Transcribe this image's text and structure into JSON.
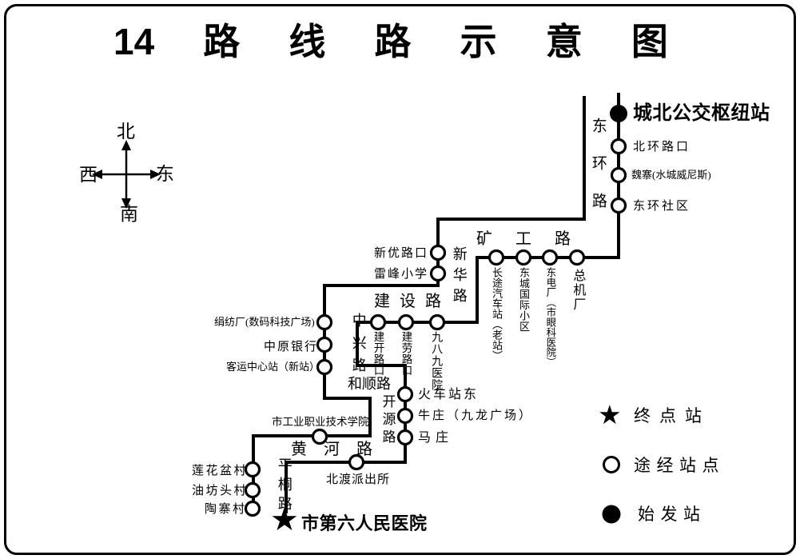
{
  "title_parts": [
    "14",
    "路",
    "线",
    "路",
    "示",
    "意",
    "图"
  ],
  "compass": {
    "north": "北",
    "south": "南",
    "west": "西",
    "east": "东"
  },
  "terminals": {
    "start": "城北公交枢纽站",
    "end": "市第六人民医院"
  },
  "roads": {
    "east_ring": "东环路",
    "kuanggong": "矿工路",
    "xinhua": "新华路",
    "jianshe": "建设路",
    "zhongxing": "中兴路",
    "heshun": "和顺路",
    "kaiyuan": "开源路",
    "huanghe": "黄河路",
    "pingtong": "平桐路"
  },
  "stations": {
    "beihuan_lukou": "北环路口",
    "weizhai": "魏寨(水城威尼斯)",
    "donghuan_shequ": "东环社区",
    "zongjichang": "总机厂",
    "dongdianchang": "东电厂（市眼科医院）",
    "dongcheng_guoji": "东城国际小区",
    "changtu_qichezhan": "长途汽车站（老站）",
    "xinyou_lukou": "新优路口",
    "leifeng_xiaoxue": "雷峰小学",
    "jiubajiu_yiyuan": "九八九医院",
    "jianlao_lukou": "建劳路口",
    "jiankai_lukou": "建开路口",
    "juanfangchang": "绢纺厂(数码科技广场)",
    "zhongyuan_yinhang": "中原银行",
    "keyun_zhongxin": "客运中心站（新站）",
    "huochezhan_dong": "火车站东",
    "niuzhuang": "牛庄（九龙广场）",
    "mazhuang": "马庄",
    "beidu_paichusuo": "北渡派出所",
    "gongye_xueyuan": "市工业职业技术学院",
    "lianhuapen_cun": "莲花盆村",
    "youfangtou_cun": "油坊头村",
    "taozhai_cun": "陶寨村"
  },
  "legend": {
    "terminal": "终点站",
    "waypoint": "途经站点",
    "origin": "始发站"
  },
  "symbols": {
    "star": "★"
  }
}
